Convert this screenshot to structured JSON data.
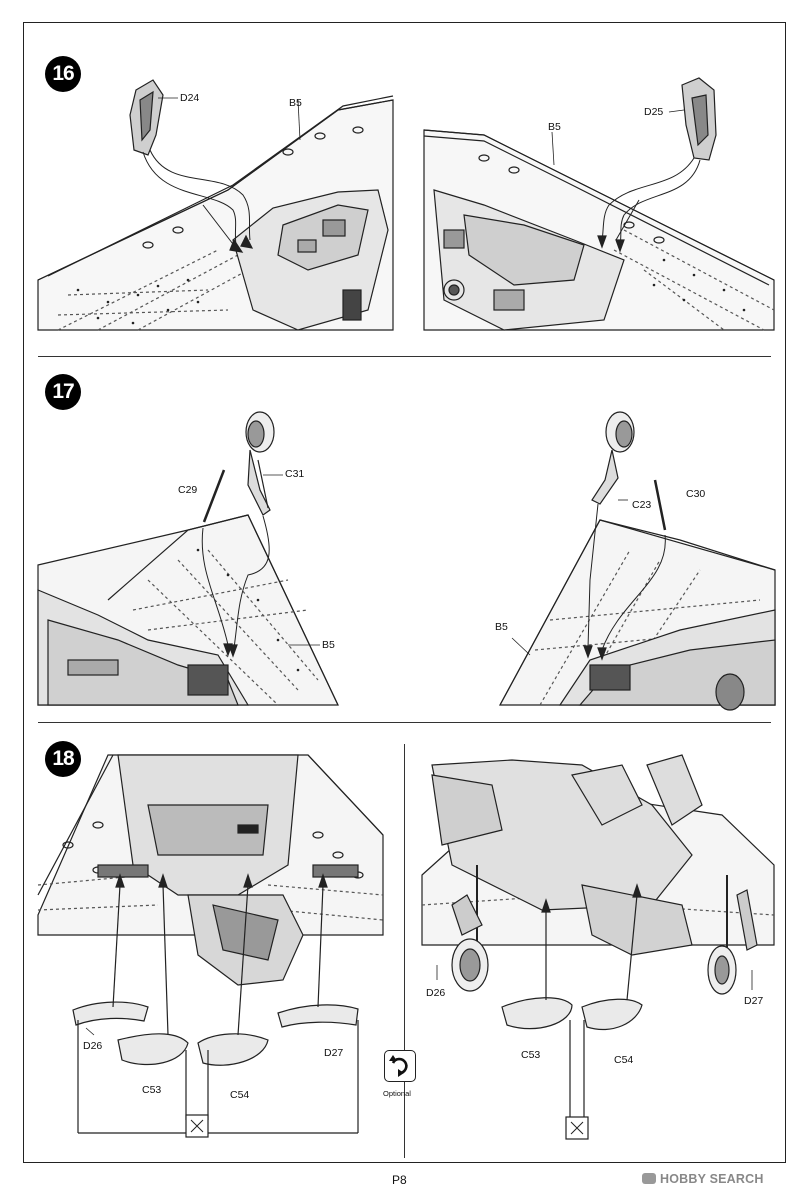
{
  "steps": [
    {
      "number": "16",
      "labels": {
        "d24": "D24",
        "b5_left": "B5",
        "b5_right": "B5",
        "d25": "D25"
      }
    },
    {
      "number": "17",
      "labels": {
        "c29": "C29",
        "c31": "C31",
        "b5_left": "B5",
        "c23": "C23",
        "c30": "C30",
        "b5_right": "B5"
      }
    },
    {
      "number": "18",
      "labels": {
        "d26_left": "D26",
        "c53_left": "C53",
        "c54_left": "C54",
        "d27_left": "D27",
        "d26_right": "D26",
        "c53_right": "C53",
        "c54_right": "C54",
        "d27_right": "D27"
      }
    }
  ],
  "optional": {
    "label": "Optional",
    "icon": "optional-rotate-icon"
  },
  "footer": {
    "page": "P8",
    "watermark": "HOBBY SEARCH"
  },
  "colors": {
    "line": "#222222",
    "fill_light": "#eeeeee",
    "fill_mid": "#bdbdbd",
    "fill_dark": "#555555"
  }
}
